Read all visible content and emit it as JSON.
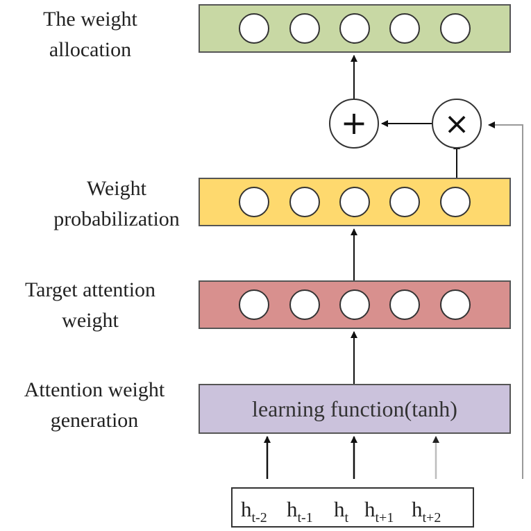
{
  "labels": {
    "allocation": [
      "The weight",
      "allocation"
    ],
    "probabilization": [
      "Weight",
      "probabilization"
    ],
    "target": [
      "Target attention",
      "weight"
    ],
    "generation": [
      "Attention weight",
      "generation"
    ]
  },
  "generation_box_text": "learning function(tanh)",
  "operators": {
    "add": "+",
    "multiply": "×"
  },
  "inputs": [
    {
      "base": "h",
      "sub": "t-2"
    },
    {
      "base": "h",
      "sub": "t-1"
    },
    {
      "base": "h",
      "sub": "t"
    },
    {
      "base": "h",
      "sub": "t+1"
    },
    {
      "base": "h",
      "sub": "t+2"
    }
  ],
  "colors": {
    "allocation_layer": "#c8d8a4",
    "probabilization_layer": "#fed96e",
    "target_layer": "#d8908e",
    "generation_layer": "#cbc2dc"
  }
}
